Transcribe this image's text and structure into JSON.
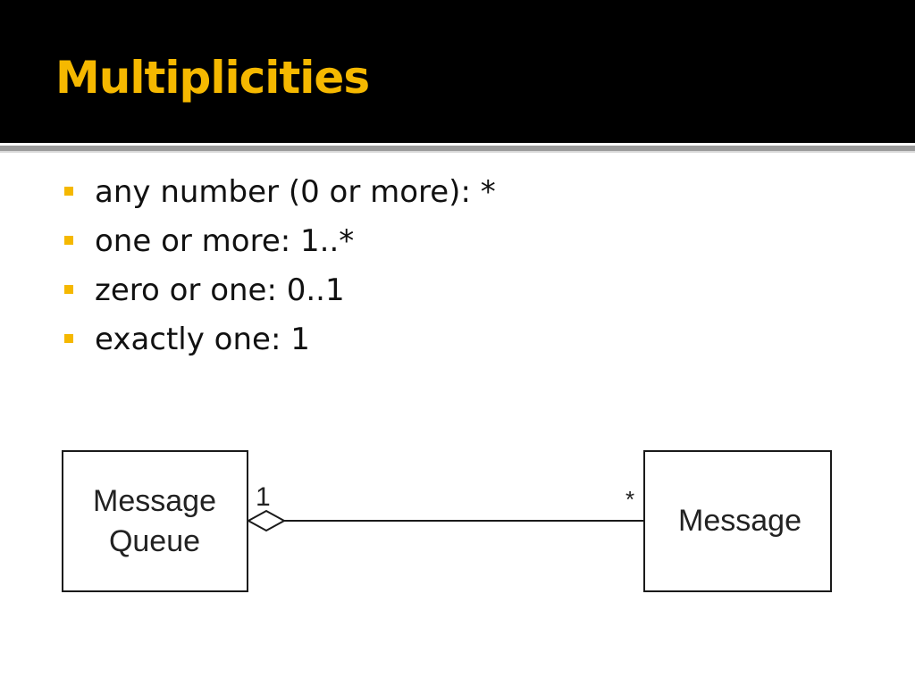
{
  "slide": {
    "title": "Multiplicities",
    "accent_color": "#f5b800",
    "bullets": [
      {
        "text": "any number (0 or more): *"
      },
      {
        "text": "one or more: 1..*"
      },
      {
        "text": "zero or one: 0..1"
      },
      {
        "text": "exactly one: 1"
      }
    ]
  },
  "diagram": {
    "left_class": {
      "line1": "Message",
      "line2": "Queue"
    },
    "right_class": {
      "name": "Message"
    },
    "association": {
      "left_multiplicity": "1",
      "right_multiplicity": "*",
      "left_end": "aggregation-diamond"
    }
  }
}
